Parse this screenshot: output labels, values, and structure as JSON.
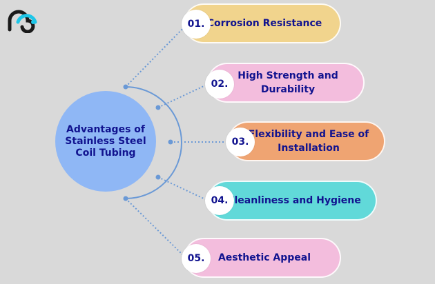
{
  "colors": {
    "background": "#d9d9d9",
    "text": "#11138f",
    "center": "#8fb7f5",
    "item1": "#f1d48d",
    "item2": "#f3bddd",
    "item3": "#efa472",
    "item4": "#61d9d9",
    "item5": "#f3bddd",
    "connector": "#6a99d6"
  },
  "logo": {
    "icon": "pm-logo-icon"
  },
  "center": {
    "title": "Advantages of\nStainless Steel\nCoil Tubing"
  },
  "items": [
    {
      "number": "01.",
      "label": "Corrosion Resistance"
    },
    {
      "number": "02.",
      "label": "High Strength and\nDurability"
    },
    {
      "number": "03.",
      "label": "Flexibility and Ease of\nInstallation"
    },
    {
      "number": "04.",
      "label": "Cleanliness and Hygiene"
    },
    {
      "number": "05.",
      "label": "Aesthetic Appeal"
    }
  ]
}
